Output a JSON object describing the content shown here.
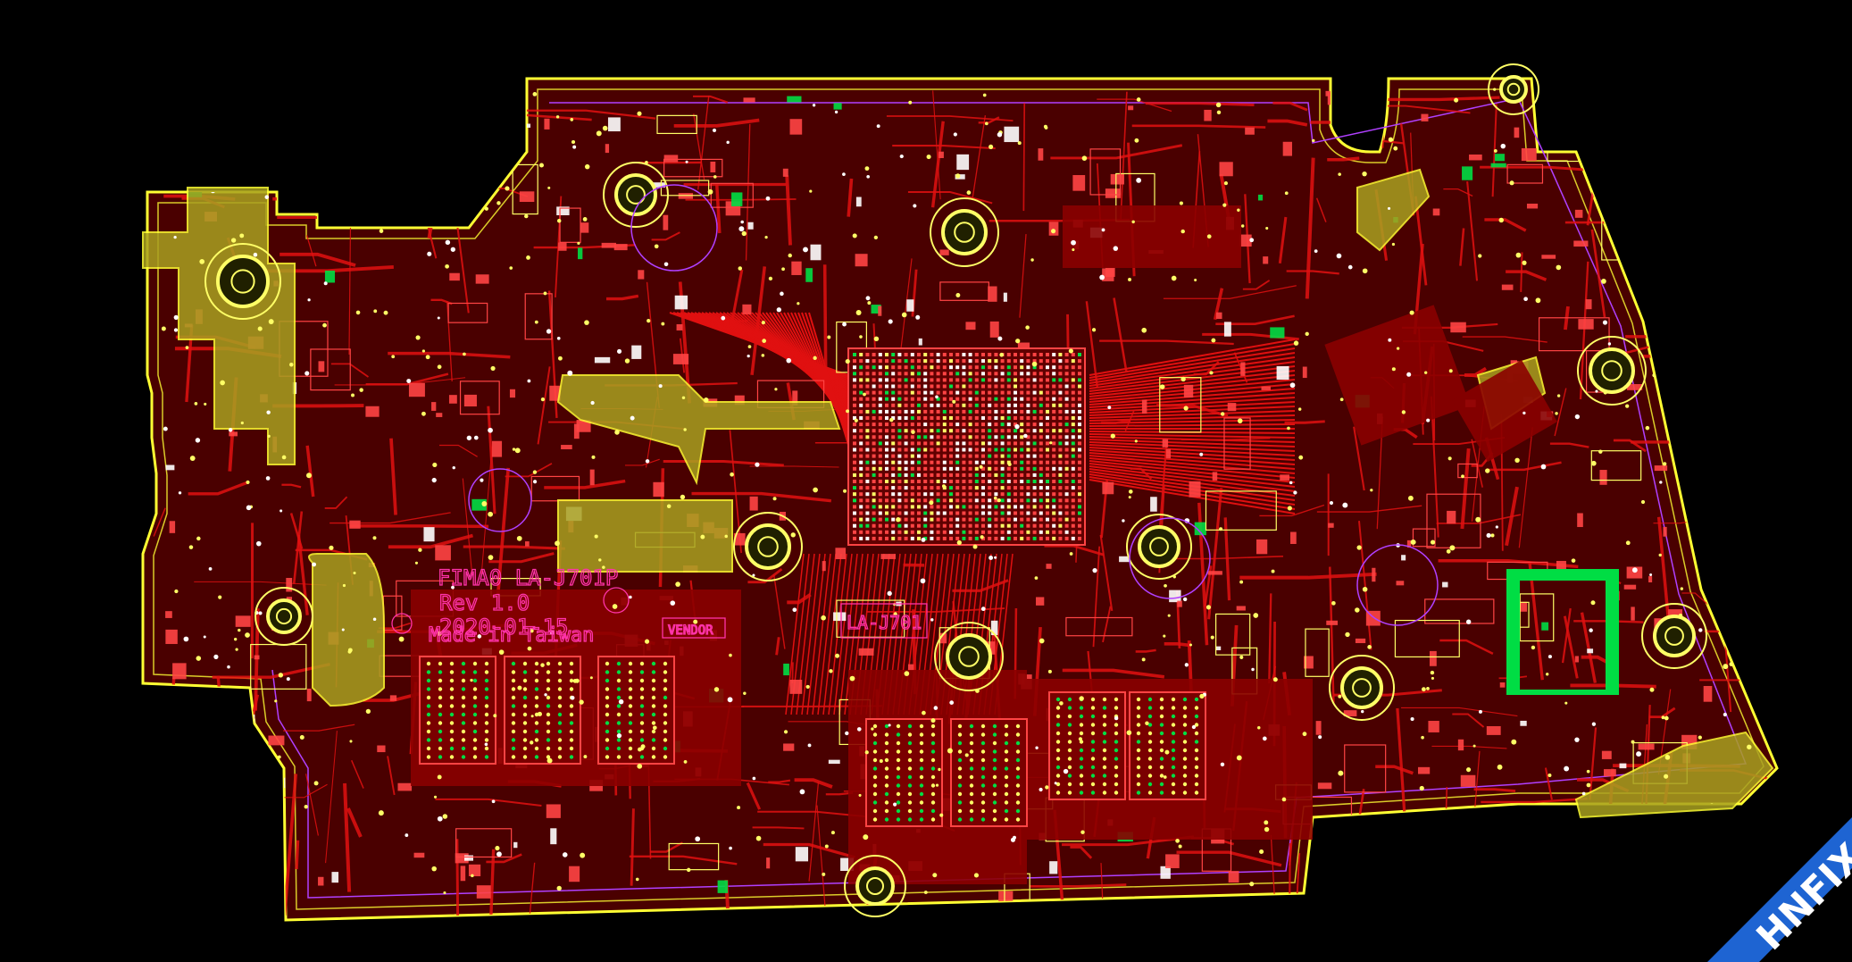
{
  "colors": {
    "background": "#000000",
    "outline": "#ffff33",
    "board": "#5a0000",
    "copper": "#e01010",
    "pad": "#ff4444",
    "via": "#ffff66",
    "keepout": "#b040ff",
    "gnd": "#00dd44",
    "silk": "#ff33aa",
    "watermark": "#ffffff",
    "watermark_band": "#1e64d2"
  },
  "silkscreen": {
    "board_name": "FIMA0 LA-J701P",
    "revision": "Rev 1.0",
    "date": "2020-01-15",
    "origin": "Made in Taiwan",
    "vendor": "VENDOR",
    "board_code": "LA-J701"
  },
  "watermark": {
    "text": "HNFIX.VN"
  }
}
